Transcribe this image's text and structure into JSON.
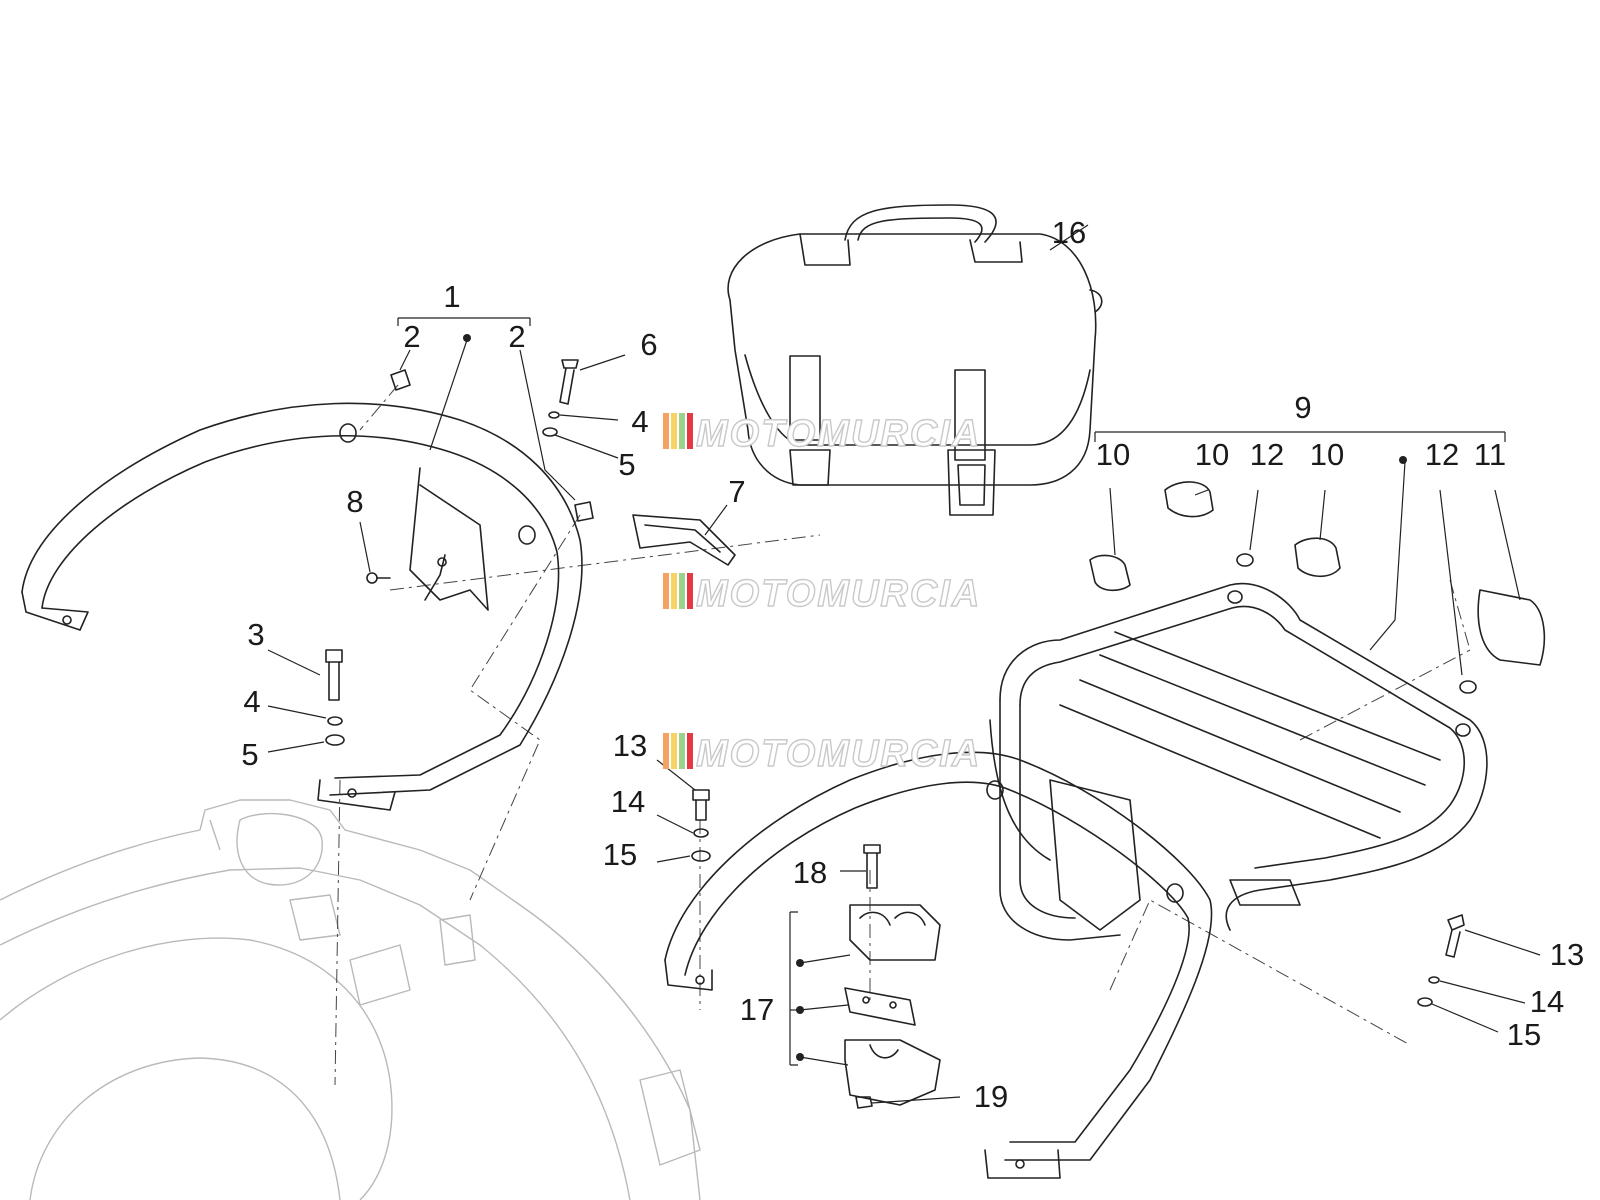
{
  "diagram": {
    "callouts": [
      {
        "id": "c1",
        "label": "1"
      },
      {
        "id": "c2a",
        "label": "2"
      },
      {
        "id": "c2b",
        "label": "2"
      },
      {
        "id": "c3",
        "label": "3"
      },
      {
        "id": "c4a",
        "label": "4"
      },
      {
        "id": "c4b",
        "label": "4"
      },
      {
        "id": "c5a",
        "label": "5"
      },
      {
        "id": "c5b",
        "label": "5"
      },
      {
        "id": "c6",
        "label": "6"
      },
      {
        "id": "c7",
        "label": "7"
      },
      {
        "id": "c8",
        "label": "8"
      },
      {
        "id": "c9",
        "label": "9"
      },
      {
        "id": "c10a",
        "label": "10"
      },
      {
        "id": "c10b",
        "label": "10"
      },
      {
        "id": "c10c",
        "label": "10"
      },
      {
        "id": "c11",
        "label": "11"
      },
      {
        "id": "c12a",
        "label": "12"
      },
      {
        "id": "c12b",
        "label": "12"
      },
      {
        "id": "c13a",
        "label": "13"
      },
      {
        "id": "c13b",
        "label": "13"
      },
      {
        "id": "c14a",
        "label": "14"
      },
      {
        "id": "c14b",
        "label": "14"
      },
      {
        "id": "c15a",
        "label": "15"
      },
      {
        "id": "c15b",
        "label": "15"
      },
      {
        "id": "c16",
        "label": "16"
      },
      {
        "id": "c17",
        "label": "17"
      },
      {
        "id": "c18",
        "label": "18"
      },
      {
        "id": "c19",
        "label": "19"
      }
    ],
    "watermark": {
      "text": "MOTOMURCIA",
      "stripe_colors": [
        "#f4a261",
        "#f6d365",
        "#9bd38a",
        "#e63946"
      ]
    },
    "colors": {
      "line": "#222222",
      "ghost": "#b9b9b9",
      "background": "#ffffff"
    }
  }
}
